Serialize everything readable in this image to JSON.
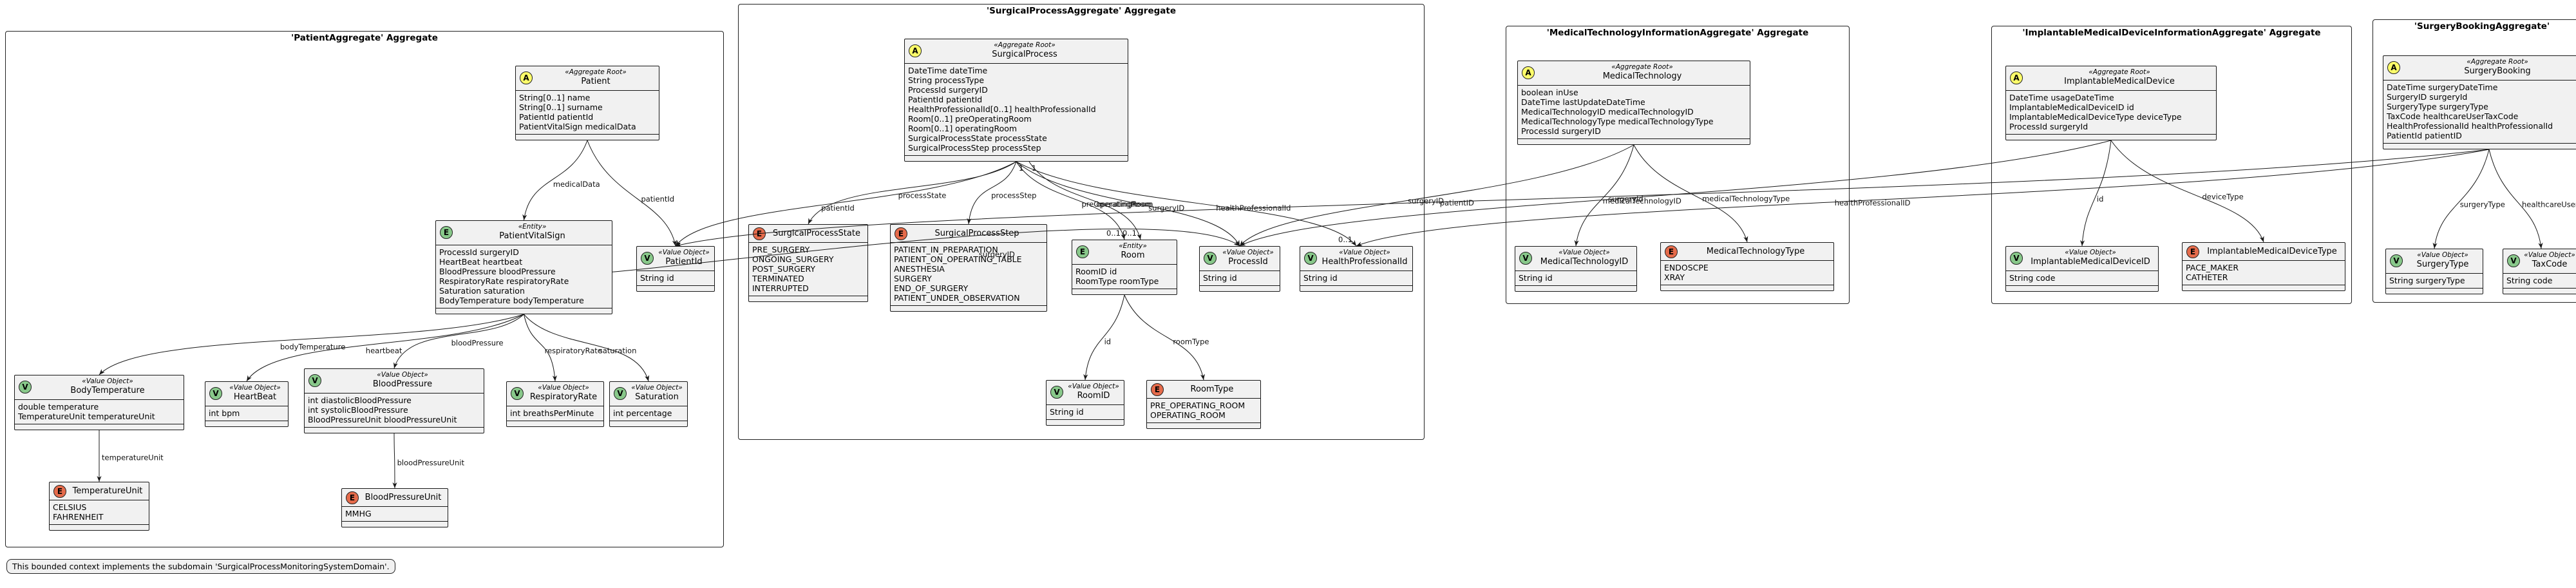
{
  "aggregates": [
    {
      "key": "patient",
      "title": "'PatientAggregate' Aggregate"
    },
    {
      "key": "surgical",
      "title": "'SurgicalProcessAggregate' Aggregate"
    },
    {
      "key": "medtech",
      "title": "'MedicalTechnologyInformationAggregate' Aggregate"
    },
    {
      "key": "implant",
      "title": "'ImplantableMedicalDeviceInformationAggregate' Aggregate"
    },
    {
      "key": "booking",
      "title": "'SurgeryBookingAggregate'"
    }
  ],
  "classes": [
    {
      "key": "Patient",
      "kind": "A",
      "stereo": "«Aggregate Root»",
      "name": "Patient",
      "fields": [
        "String[0..1] name",
        "String[0..1] surname",
        "PatientId patientId",
        "PatientVitalSign medicalData"
      ]
    },
    {
      "key": "PatientVitalSign",
      "kind": "E",
      "stereo": "«Entity»",
      "name": "PatientVitalSign",
      "fields": [
        "ProcessId surgeryID",
        "HeartBeat heartbeat",
        "BloodPressure bloodPressure",
        "RespiratoryRate respiratoryRate",
        "Saturation saturation",
        "BodyTemperature bodyTemperature"
      ]
    },
    {
      "key": "PatientId",
      "kind": "V",
      "stereo": "«Value Object»",
      "name": "PatientId",
      "fields": [
        "String id"
      ]
    },
    {
      "key": "BodyTemperature",
      "kind": "V",
      "stereo": "«Value Object»",
      "name": "BodyTemperature",
      "fields": [
        "double temperature",
        "TemperatureUnit temperatureUnit"
      ]
    },
    {
      "key": "HeartBeat",
      "kind": "V",
      "stereo": "«Value Object»",
      "name": "HeartBeat",
      "fields": [
        "int bpm"
      ]
    },
    {
      "key": "BloodPressure",
      "kind": "V",
      "stereo": "«Value Object»",
      "name": "BloodPressure",
      "fields": [
        "int diastolicBloodPressure",
        "int systolicBloodPressure",
        "BloodPressureUnit bloodPressureUnit"
      ]
    },
    {
      "key": "RespiratoryRate",
      "kind": "V",
      "stereo": "«Value Object»",
      "name": "RespiratoryRate",
      "fields": [
        "int breathsPerMinute"
      ]
    },
    {
      "key": "Saturation",
      "kind": "V",
      "stereo": "«Value Object»",
      "name": "Saturation",
      "fields": [
        "int percentage"
      ]
    },
    {
      "key": "TemperatureUnit",
      "kind": "N",
      "stereo": "",
      "name": "TemperatureUnit",
      "fields": [
        "CELSIUS",
        "FAHRENHEIT"
      ]
    },
    {
      "key": "BloodPressureUnit",
      "kind": "N",
      "stereo": "",
      "name": "BloodPressureUnit",
      "fields": [
        "MMHG"
      ]
    },
    {
      "key": "SurgicalProcess",
      "kind": "A",
      "stereo": "«Aggregate Root»",
      "name": "SurgicalProcess",
      "fields": [
        "DateTime dateTime",
        "String processType",
        "ProcessId surgeryID",
        "PatientId patientId",
        "HealthProfessionalId[0..1] healthProfessionalId",
        "Room[0..1] preOperatingRoom",
        "Room[0..1] operatingRoom",
        "SurgicalProcessState processState",
        "SurgicalProcessStep processStep"
      ]
    },
    {
      "key": "SurgicalProcessState",
      "kind": "N",
      "stereo": "",
      "name": "SurgicalProcessState",
      "fields": [
        "PRE_SURGERY",
        "ONGOING_SURGERY",
        "POST_SURGERY",
        "TERMINATED",
        "INTERRUPTED"
      ]
    },
    {
      "key": "SurgicalProcessStep",
      "kind": "N",
      "stereo": "",
      "name": "SurgicalProcessStep",
      "fields": [
        "PATIENT_IN_PREPARATION",
        "PATIENT_ON_OPERATING_TABLE",
        "ANESTHESIA",
        "SURGERY",
        "END_OF_SURGERY",
        "PATIENT_UNDER_OBSERVATION"
      ]
    },
    {
      "key": "Room",
      "kind": "E",
      "stereo": "«Entity»",
      "name": "Room",
      "fields": [
        "RoomID id",
        "RoomType roomType"
      ]
    },
    {
      "key": "ProcessId",
      "kind": "V",
      "stereo": "«Value Object»",
      "name": "ProcessId",
      "fields": [
        "String id"
      ]
    },
    {
      "key": "HealthProfessionalId",
      "kind": "V",
      "stereo": "«Value Object»",
      "name": "HealthProfessionalId",
      "fields": [
        "String id"
      ]
    },
    {
      "key": "RoomID",
      "kind": "V",
      "stereo": "«Value Object»",
      "name": "RoomID",
      "fields": [
        "String id"
      ]
    },
    {
      "key": "RoomType",
      "kind": "N",
      "stereo": "",
      "name": "RoomType",
      "fields": [
        "PRE_OPERATING_ROOM",
        "OPERATING_ROOM"
      ]
    },
    {
      "key": "MedicalTechnology",
      "kind": "A",
      "stereo": "«Aggregate Root»",
      "name": "MedicalTechnology",
      "fields": [
        "boolean inUse",
        "DateTime lastUpdateDateTime",
        "MedicalTechnologyID medicalTechnologyID",
        "MedicalTechnologyType medicalTechnologyType",
        "ProcessId surgeryID"
      ]
    },
    {
      "key": "MedicalTechnologyID",
      "kind": "V",
      "stereo": "«Value Object»",
      "name": "MedicalTechnologyID",
      "fields": [
        "String id"
      ]
    },
    {
      "key": "MedicalTechnologyType",
      "kind": "N",
      "stereo": "",
      "name": "MedicalTechnologyType",
      "fields": [
        "ENDOSCPE",
        "XRAY"
      ]
    },
    {
      "key": "ImplantableMedicalDevice",
      "kind": "A",
      "stereo": "«Aggregate Root»",
      "name": "ImplantableMedicalDevice",
      "fields": [
        "DateTime usageDateTime",
        "ImplantableMedicalDeviceID id",
        "ImplantableMedicalDeviceType deviceType",
        "ProcessId surgeryId"
      ]
    },
    {
      "key": "ImplantableMedicalDeviceID",
      "kind": "V",
      "stereo": "«Value Object»",
      "name": "ImplantableMedicalDeviceID",
      "fields": [
        "String code"
      ]
    },
    {
      "key": "ImplantableMedicalDeviceType",
      "kind": "N",
      "stereo": "",
      "name": "ImplantableMedicalDeviceType",
      "fields": [
        "PACE_MAKER",
        "CATHETER"
      ]
    },
    {
      "key": "SurgeryBooking",
      "kind": "A",
      "stereo": "«Aggregate Root»",
      "name": "SurgeryBooking",
      "fields": [
        "DateTime surgeryDateTime",
        "SurgeryID surgeryId",
        "SurgeryType surgeryType",
        "TaxCode healthcareUserTaxCode",
        "HealthProfessionalId healthProfessionalId",
        "PatientId patientID"
      ]
    },
    {
      "key": "SurgeryType",
      "kind": "V",
      "stereo": "«Value Object»",
      "name": "SurgeryType",
      "fields": [
        "String surgeryType"
      ]
    },
    {
      "key": "TaxCode",
      "kind": "V",
      "stereo": "«Value Object»",
      "name": "TaxCode",
      "fields": [
        "String code"
      ]
    }
  ],
  "edges": [
    {
      "from": "Patient",
      "to": "PatientVitalSign",
      "label": "medicalData",
      "m1": "",
      "m2": ""
    },
    {
      "from": "Patient",
      "to": "PatientId",
      "label": "patientId",
      "m1": "",
      "m2": ""
    },
    {
      "from": "PatientVitalSign",
      "to": "BodyTemperature",
      "label": "bodyTemperature",
      "m1": "",
      "m2": ""
    },
    {
      "from": "PatientVitalSign",
      "to": "HeartBeat",
      "label": "heartbeat",
      "m1": "",
      "m2": ""
    },
    {
      "from": "PatientVitalSign",
      "to": "BloodPressure",
      "label": "bloodPressure",
      "m1": "",
      "m2": ""
    },
    {
      "from": "PatientVitalSign",
      "to": "RespiratoryRate",
      "label": "respiratoryRate",
      "m1": "",
      "m2": ""
    },
    {
      "from": "PatientVitalSign",
      "to": "Saturation",
      "label": "saturation",
      "m1": "",
      "m2": ""
    },
    {
      "from": "PatientVitalSign",
      "to": "ProcessId",
      "label": "surgeryID",
      "m1": "",
      "m2": ""
    },
    {
      "from": "BodyTemperature",
      "to": "TemperatureUnit",
      "label": "temperatureUnit",
      "m1": "",
      "m2": ""
    },
    {
      "from": "BloodPressure",
      "to": "BloodPressureUnit",
      "label": "bloodPressureUnit",
      "m1": "",
      "m2": ""
    },
    {
      "from": "SurgicalProcess",
      "to": "PatientId",
      "label": "patientId",
      "m1": "",
      "m2": ""
    },
    {
      "from": "SurgicalProcess",
      "to": "SurgicalProcessState",
      "label": "processState",
      "m1": "",
      "m2": ""
    },
    {
      "from": "SurgicalProcess",
      "to": "SurgicalProcessStep",
      "label": "processStep",
      "m1": "",
      "m2": ""
    },
    {
      "from": "SurgicalProcess",
      "to": "Room",
      "label": "preOperatingRoom",
      "m1": "1",
      "m2": "0..1"
    },
    {
      "from": "SurgicalProcess",
      "to": "Room",
      "label": "operatingRoom",
      "m1": "1",
      "m2": "0..1"
    },
    {
      "from": "SurgicalProcess",
      "to": "ProcessId",
      "label": "surgeryID",
      "m1": "",
      "m2": ""
    },
    {
      "from": "SurgicalProcess",
      "to": "HealthProfessionalId",
      "label": "healthProfessionalId",
      "m1": "1",
      "m2": "0..1"
    },
    {
      "from": "Room",
      "to": "RoomID",
      "label": "id",
      "m1": "",
      "m2": ""
    },
    {
      "from": "Room",
      "to": "RoomType",
      "label": "roomType",
      "m1": "",
      "m2": ""
    },
    {
      "from": "MedicalTechnology",
      "to": "ProcessId",
      "label": "surgeryID",
      "m1": "",
      "m2": ""
    },
    {
      "from": "MedicalTechnology",
      "to": "MedicalTechnologyID",
      "label": "medicalTechnologyID",
      "m1": "",
      "m2": ""
    },
    {
      "from": "MedicalTechnology",
      "to": "MedicalTechnologyType",
      "label": "medicalTechnologyType",
      "m1": "",
      "m2": ""
    },
    {
      "from": "ImplantableMedicalDevice",
      "to": "ProcessId",
      "label": "surgeryId",
      "m1": "",
      "m2": ""
    },
    {
      "from": "ImplantableMedicalDevice",
      "to": "ImplantableMedicalDeviceID",
      "label": "id",
      "m1": "",
      "m2": ""
    },
    {
      "from": "ImplantableMedicalDevice",
      "to": "ImplantableMedicalDeviceType",
      "label": "deviceType",
      "m1": "",
      "m2": ""
    },
    {
      "from": "SurgeryBooking",
      "to": "PatientId",
      "label": "patientID",
      "m1": "",
      "m2": ""
    },
    {
      "from": "SurgeryBooking",
      "to": "HealthProfessionalId",
      "label": "healthProfessionalID",
      "m1": "",
      "m2": ""
    },
    {
      "from": "SurgeryBooking",
      "to": "SurgeryType",
      "label": "surgeryType",
      "m1": "",
      "m2": ""
    },
    {
      "from": "SurgeryBooking",
      "to": "TaxCode",
      "label": "healthcareUserTaxCode",
      "m1": "",
      "m2": ""
    }
  ],
  "note": "This bounded context implements the subdomain 'SurgicalProcessMonitoringSystemDomain'."
}
